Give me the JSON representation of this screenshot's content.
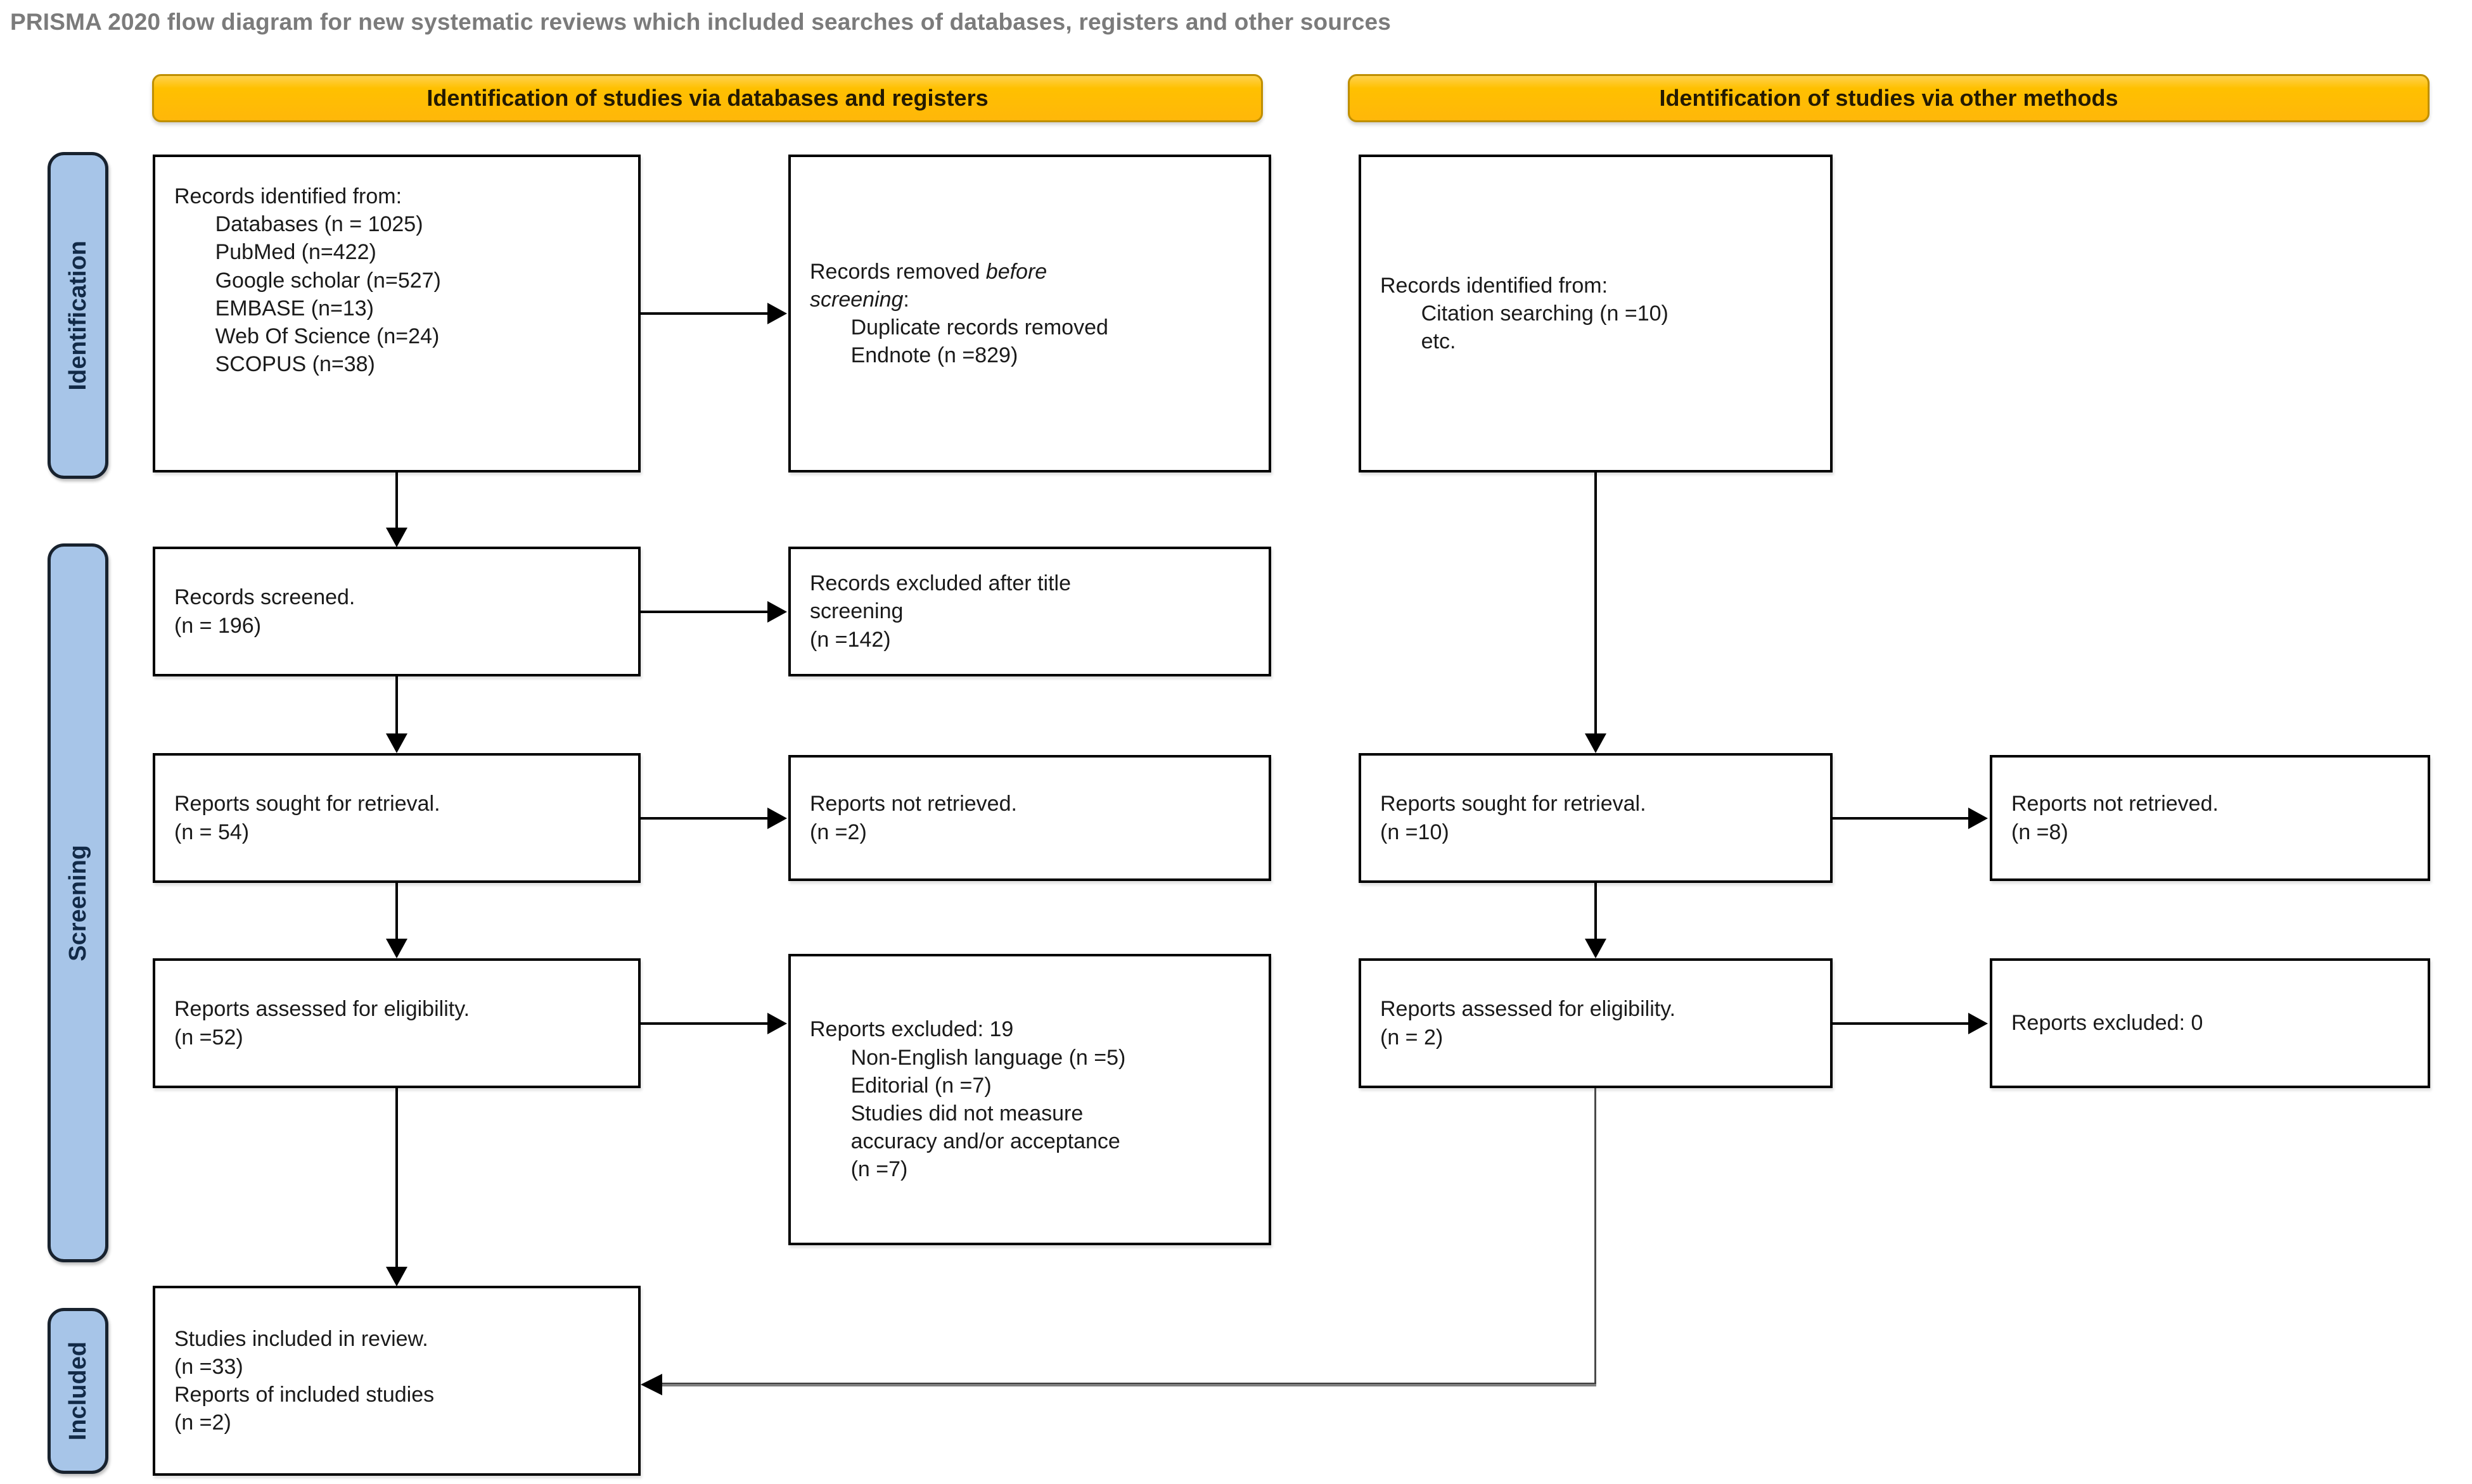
{
  "title": "PRISMA 2020 flow diagram for new systematic reviews which included searches of databases, registers and other sources",
  "banners": [
    "Identification of studies via databases and registers",
    "Identification of studies via other methods"
  ],
  "side_labels": {
    "identification": "Identification",
    "screening": "Screening",
    "included": "Included"
  },
  "colors": {
    "banner_fill": "#FFC000",
    "banner_border": "#BF8F00",
    "sidebar_fill": "#A7C5E8",
    "sidebar_border": "#18222E",
    "box_border": "#000000",
    "title_text": "#7B7B7B"
  },
  "flow": {
    "db": {
      "identified": {
        "lines": [
          {
            "ind": 0,
            "seg": [
              {
                "t": "Records identified from:",
                "i": false
              }
            ]
          },
          {
            "ind": 1,
            "seg": [
              {
                "t": "Databases (n = 1025)",
                "i": false
              }
            ]
          },
          {
            "ind": 1,
            "seg": [
              {
                "t": "PubMed (n=422)",
                "i": false
              }
            ]
          },
          {
            "ind": 1,
            "seg": [
              {
                "t": "Google scholar (n=527)",
                "i": false
              }
            ]
          },
          {
            "ind": 1,
            "seg": [
              {
                "t": "EMBASE (n=13)",
                "i": false
              }
            ]
          },
          {
            "ind": 1,
            "seg": [
              {
                "t": "Web Of Science (n=24)",
                "i": false
              }
            ]
          },
          {
            "ind": 1,
            "seg": [
              {
                "t": "SCOPUS (n=38)",
                "i": false
              }
            ]
          }
        ]
      },
      "removed_before_screening": {
        "lines": [
          {
            "ind": 0,
            "seg": [
              {
                "t": "Records removed ",
                "i": false
              },
              {
                "t": "before",
                "i": true
              }
            ]
          },
          {
            "ind": 0,
            "seg": [
              {
                "t": "screening",
                "i": true
              },
              {
                "t": ":",
                "i": false
              }
            ]
          },
          {
            "ind": 1,
            "seg": [
              {
                "t": "Duplicate records removed",
                "i": false
              }
            ]
          },
          {
            "ind": 1,
            "seg": [
              {
                "t": "Endnote (n =829)",
                "i": false
              }
            ]
          }
        ]
      },
      "screened": {
        "lines": [
          {
            "ind": 0,
            "seg": [
              {
                "t": "Records screened.",
                "i": false
              }
            ]
          },
          {
            "ind": 0,
            "seg": [
              {
                "t": "(n = 196)",
                "i": false
              }
            ]
          }
        ]
      },
      "excluded_after_title": {
        "lines": [
          {
            "ind": 0,
            "seg": [
              {
                "t": "Records excluded after title",
                "i": false
              }
            ]
          },
          {
            "ind": 0,
            "seg": [
              {
                "t": "screening",
                "i": false
              }
            ]
          },
          {
            "ind": 0,
            "seg": [
              {
                "t": "(n =142)",
                "i": false
              }
            ]
          }
        ]
      },
      "sought": {
        "lines": [
          {
            "ind": 0,
            "seg": [
              {
                "t": "Reports sought for retrieval.",
                "i": false
              }
            ]
          },
          {
            "ind": 0,
            "seg": [
              {
                "t": "(n = 54)",
                "i": false
              }
            ]
          }
        ]
      },
      "not_retrieved": {
        "lines": [
          {
            "ind": 0,
            "seg": [
              {
                "t": "Reports not retrieved.",
                "i": false
              }
            ]
          },
          {
            "ind": 0,
            "seg": [
              {
                "t": "(n =2)",
                "i": false
              }
            ]
          }
        ]
      },
      "assessed": {
        "lines": [
          {
            "ind": 0,
            "seg": [
              {
                "t": "Reports assessed for eligibility.",
                "i": false
              }
            ]
          },
          {
            "ind": 0,
            "seg": [
              {
                "t": "(n =52)",
                "i": false
              }
            ]
          }
        ]
      },
      "excluded": {
        "lines": [
          {
            "ind": 0,
            "seg": [
              {
                "t": "Reports excluded: 19",
                "i": false
              }
            ]
          },
          {
            "ind": 1,
            "seg": [
              {
                "t": "Non-English language (n =5)",
                "i": false
              }
            ]
          },
          {
            "ind": 1,
            "seg": [
              {
                "t": "Editorial (n =7)",
                "i": false
              }
            ]
          },
          {
            "ind": 1,
            "seg": [
              {
                "t": "Studies did not measure",
                "i": false
              }
            ]
          },
          {
            "ind": 1,
            "seg": [
              {
                "t": "accuracy and/or acceptance",
                "i": false
              }
            ]
          },
          {
            "ind": 1,
            "seg": [
              {
                "t": "(n =7)",
                "i": false
              }
            ]
          }
        ]
      },
      "included": {
        "lines": [
          {
            "ind": 0,
            "seg": [
              {
                "t": "Studies included in review.",
                "i": false
              }
            ]
          },
          {
            "ind": 0,
            "seg": [
              {
                "t": "(n =33)",
                "i": false
              }
            ]
          },
          {
            "ind": 0,
            "seg": [
              {
                "t": "Reports of included studies",
                "i": false
              }
            ]
          },
          {
            "ind": 0,
            "seg": [
              {
                "t": "(n =2)",
                "i": false
              }
            ]
          }
        ]
      }
    },
    "other": {
      "identified": {
        "lines": [
          {
            "ind": 0,
            "seg": [
              {
                "t": "Records identified from:",
                "i": false
              }
            ]
          },
          {
            "ind": 1,
            "seg": [
              {
                "t": "Citation searching (n =10)",
                "i": false
              }
            ]
          },
          {
            "ind": 1,
            "seg": [
              {
                "t": "etc.",
                "i": false
              }
            ]
          }
        ]
      },
      "sought": {
        "lines": [
          {
            "ind": 0,
            "seg": [
              {
                "t": "Reports sought for retrieval.",
                "i": false
              }
            ]
          },
          {
            "ind": 0,
            "seg": [
              {
                "t": "(n =10)",
                "i": false
              }
            ]
          }
        ]
      },
      "not_retrieved": {
        "lines": [
          {
            "ind": 0,
            "seg": [
              {
                "t": "Reports not retrieved.",
                "i": false
              }
            ]
          },
          {
            "ind": 0,
            "seg": [
              {
                "t": "(n =8)",
                "i": false
              }
            ]
          }
        ]
      },
      "assessed": {
        "lines": [
          {
            "ind": 0,
            "seg": [
              {
                "t": "Reports assessed for eligibility.",
                "i": false
              }
            ]
          },
          {
            "ind": 0,
            "seg": [
              {
                "t": "(n = 2)",
                "i": false
              }
            ]
          }
        ]
      },
      "excluded": {
        "lines": [
          {
            "ind": 0,
            "seg": [
              {
                "t": "Reports excluded: 0",
                "i": false
              }
            ]
          }
        ]
      }
    }
  }
}
